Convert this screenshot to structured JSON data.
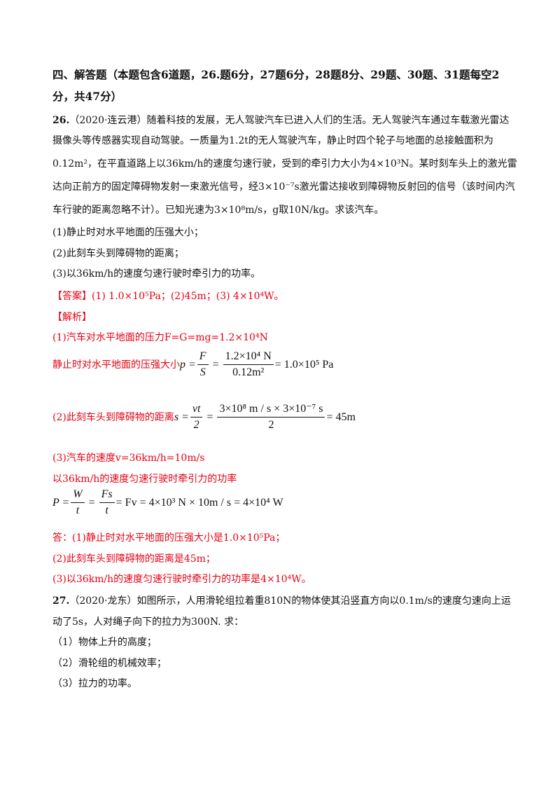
{
  "section": {
    "line1": "四、解答题（本题包含6道题，26.题6分，27题6分，28题8分、29题、30题、31题每空2",
    "line2": "分，共47分）"
  },
  "q26": {
    "num": "26.",
    "lines": [
      "（2020·连云港）随着科技的发展，无人驾驶汽车已进入人们的生活。无人驾驶汽车通过车载激光雷达",
      "摄像头等传感器实现自动驾驶。一质量为1.2t的无人驾驶汽车，静止时四个轮子与地面的总接触面积为",
      "0.12m²，在平直道路上以36km/h的速度匀速行驶，受到的牵引力大小为4×10³N。某时刻车头上的激光雷",
      "达向正前方的固定障碍物发射一束激光信号，经3×10⁻⁷s激光雷达接收到障碍物反射回的信号（该时间内汽",
      "车行驶的距离忽略不计）。已知光速为3×10⁸m/s，g取10N/kg。求该汽车。"
    ],
    "sub1": "(1)静止时对水平地面的压强大小；",
    "sub2": "(2)此刻车头到障碍物的距离；",
    "sub3": "(3)以36km/h的速度匀速行驶时牵引力的功率。",
    "answer": "【答案】(1) 1.0×10⁵Pa；(2)45m；(3) 4×10⁴W。",
    "analysis": "【解析】",
    "a1": "(1)汽车对水平地面的压力F=G=mg=1.2×10⁴N",
    "a1b": "静止时对水平地面的压强大小",
    "eq1": {
      "lhs": "p =",
      "num1": "F",
      "den1": "S",
      "eq": "=",
      "num2": "1.2×10⁴ N",
      "den2": "0.12m²",
      "rhs": "= 1.0×10⁵ Pa"
    },
    "a2": "(2)此刻车头到障碍物的距离",
    "eq2": {
      "lhs": "s =",
      "num1": "vt",
      "den1": "2",
      "eq": "=",
      "num2": "3×10⁸ m / s × 3×10⁻⁷ s",
      "den2": "2",
      "rhs": "= 45m"
    },
    "a3": "(3)汽车的速度v=36km/h=10m/s",
    "a3b": "以36km/h的速度匀速行驶时牵引力的功率",
    "eq3": {
      "lhs": "P =",
      "num1": "W",
      "den1": "t",
      "eq": "=",
      "num2": "Fs",
      "den2": "t",
      "rhs": "= Fv = 4×10³ N × 10m / s = 4×10⁴ W"
    },
    "ans1": "答：(1)静止时对水平地面的压强大小是1.0×10⁵Pa；",
    "ans2": "(2)此刻车头到障碍物的距离是45m；",
    "ans3": "(3)以36km/h的速度匀速行驶时牵引力的功率是4×10⁴W。"
  },
  "q27": {
    "num": "27.",
    "line1": "（2020·龙东）如图所示，人用滑轮组拉着重810N的物体使其沿竖直方向以0.1m/s的速度匀速向上运",
    "line2": "动了5s，人对绳子向下的拉力为300N. 求：",
    "sub1": "（1）物体上升的高度；",
    "sub2": "（2）滑轮组的机械效率；",
    "sub3": "（3）拉力的功率。"
  },
  "colors": {
    "answer_red": "#e60012",
    "text": "#111111"
  }
}
